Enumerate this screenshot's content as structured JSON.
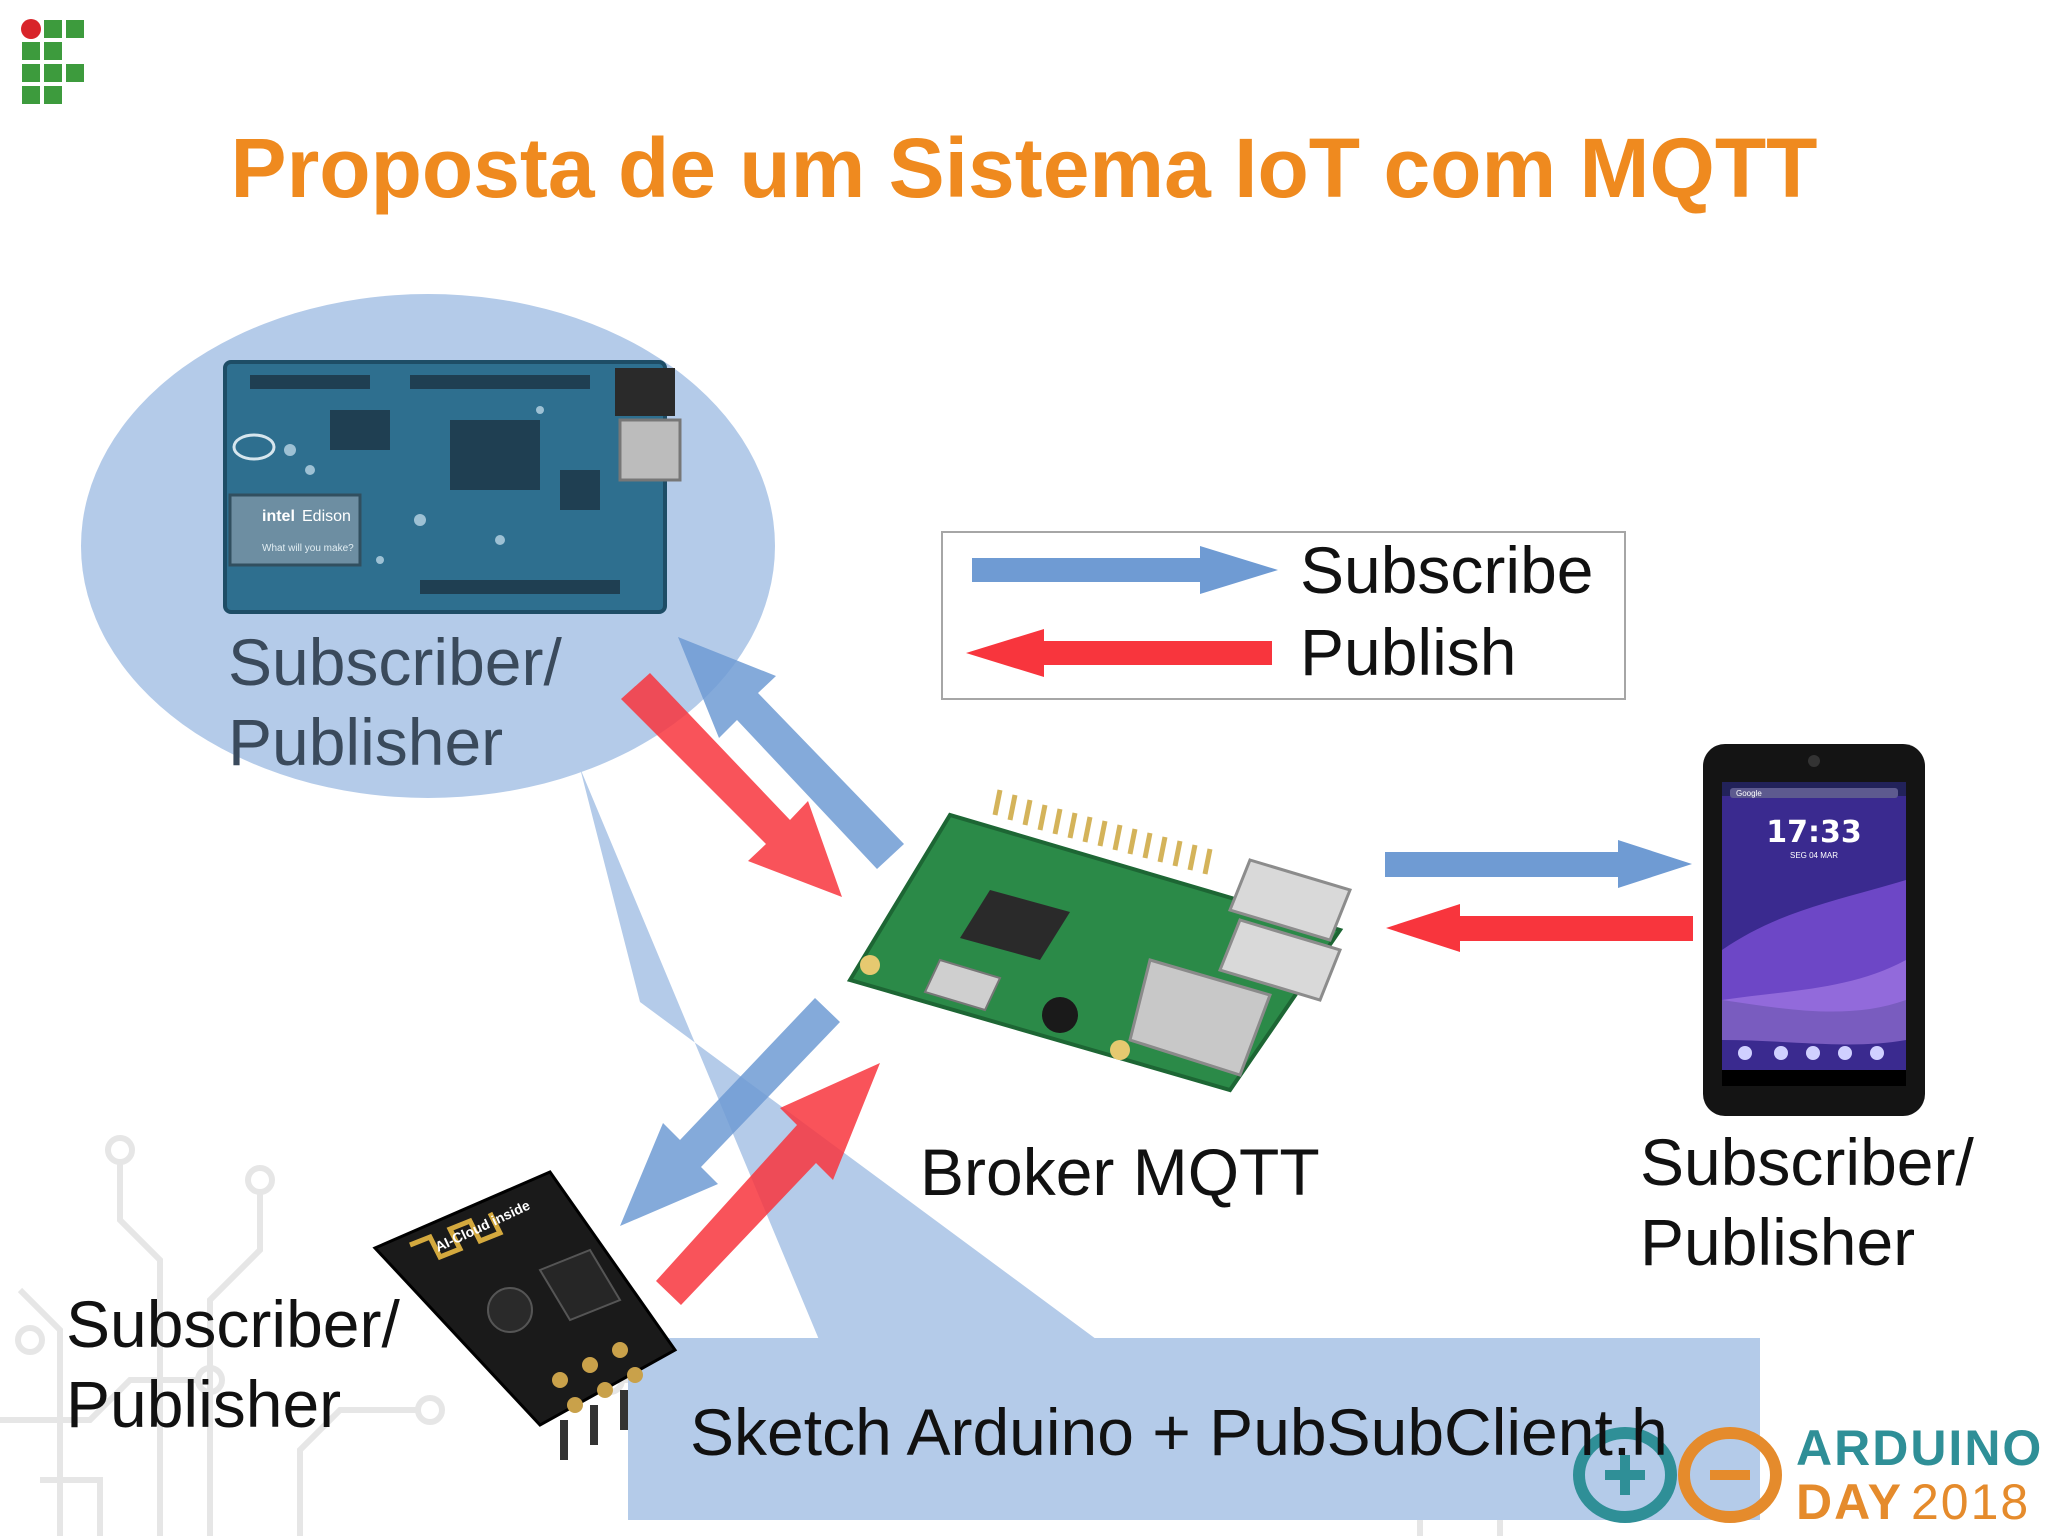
{
  "slide": {
    "title": "Proposta de um Sistema IoT com MQTT",
    "title_color": "#ef8a1f"
  },
  "legend": {
    "subscribe": "Subscribe",
    "publish": "Publish",
    "subscribe_color": "#6f9bd3",
    "publish_color": "#f8353d"
  },
  "nodes": {
    "edison": {
      "label_line1": "Subscriber/",
      "label_line2": "Publisher",
      "board_brand": "intel",
      "board_name": "Edison",
      "board_tagline": "What will you make?"
    },
    "broker": {
      "label": "Broker MQTT"
    },
    "tablet": {
      "label_line1": "Subscriber/",
      "label_line2": "Publisher",
      "clock": "17:33",
      "date": "SEG 04 MAR",
      "search": "Google"
    },
    "esp": {
      "label_line1": "Subscriber/",
      "label_line2": "Publisher",
      "chip_text": "AI-Cloud inside"
    }
  },
  "callout": {
    "text": "Sketch Arduino + PubSubClient.h"
  },
  "branding": {
    "line1": "ARDUINO",
    "line2_word": "DAY",
    "line2_year": "2018",
    "color_teal": "#2f8f97",
    "color_orange": "#e58b2c"
  },
  "colors": {
    "bubble": "#a9c3e6",
    "label_gray": "#3a4a5c"
  }
}
